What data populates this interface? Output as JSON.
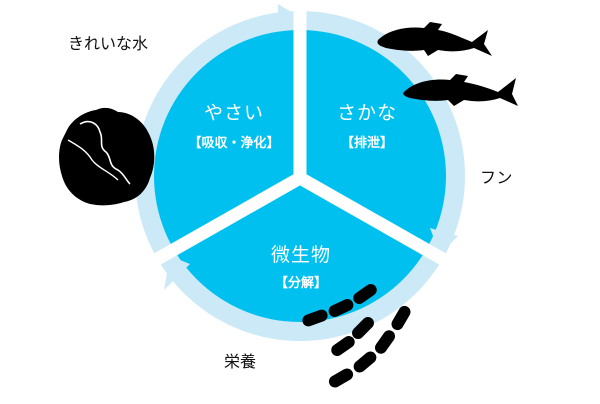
{
  "diagram": {
    "type": "cycle",
    "colors": {
      "segment_fill": "#00c0ef",
      "ring_fill": "#cce9f8",
      "divider": "#ffffff",
      "silhouette": "#000000",
      "label_text": "#111111",
      "segment_text": "#ffffff"
    },
    "segments": [
      {
        "id": "vegetables",
        "title": "やさい",
        "subtitle": "【吸収・浄化】"
      },
      {
        "id": "fish",
        "title": "さかな",
        "subtitle": "【排泄】"
      },
      {
        "id": "microbes",
        "title": "微生物",
        "subtitle": "【分解】"
      }
    ],
    "flow_labels": {
      "clean_water": "きれいな水",
      "excrement": "フン",
      "nutrients": "栄養"
    },
    "icons": [
      "lettuce-icon",
      "fish-icon",
      "fish-icon",
      "bacteria-icon"
    ]
  }
}
